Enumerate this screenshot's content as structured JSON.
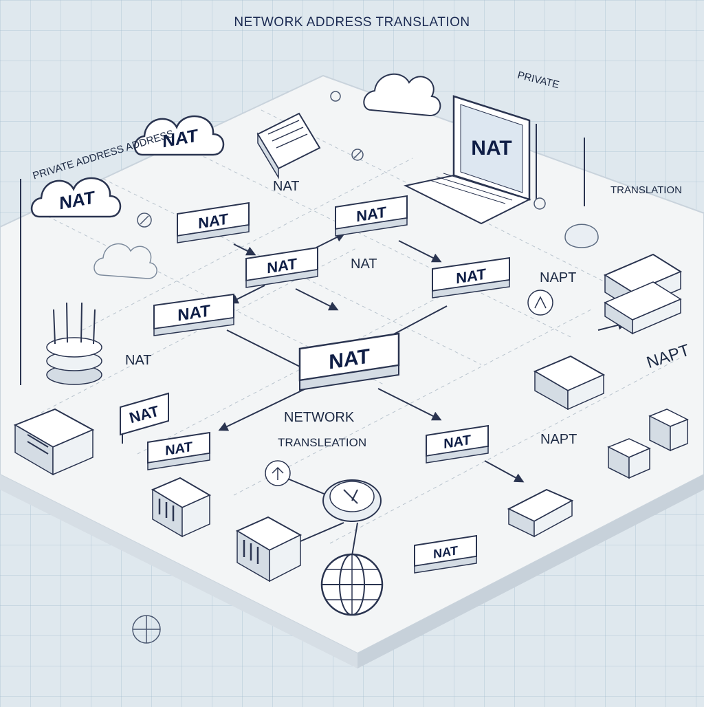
{
  "title": "NETWORK ADDRESS TRANSLATION",
  "labels": {
    "private_address_left": "PRIVATE ADDRESS ADDRESS",
    "private_top_right": "PRIVATE",
    "translation_right": "TRANSLATION",
    "nat_text_top": "NAT",
    "nat_text_mid": "NAT",
    "nat_text_left": "NAT",
    "napt_right_1": "NAPT",
    "napt_right_2": "NAPT",
    "napt_lower_right": "NAPT",
    "network_translation_line1": "NETWORK",
    "network_translation_line2": "TRANSLEATION"
  },
  "nodes": {
    "nat_1": "NAT",
    "nat_2": "NAT",
    "nat_3": "NAT",
    "nat_4": "NAT",
    "nat_5": "NAT",
    "nat_6": "NAT",
    "nat_7": "NAT",
    "nat_8": "NAT",
    "nat_9": "NAT",
    "cloud_nat_1": "NAT",
    "cloud_nat_2": "NAT",
    "laptop_nat": "NAT",
    "sign_nat": "NAT"
  },
  "colors": {
    "background": "#dfe8ee",
    "platform": "#f2f4f5",
    "device_face": "#ffffff",
    "device_side": "#d4dce4",
    "label_text": "#0f1e46",
    "connector": "#2a3450"
  }
}
